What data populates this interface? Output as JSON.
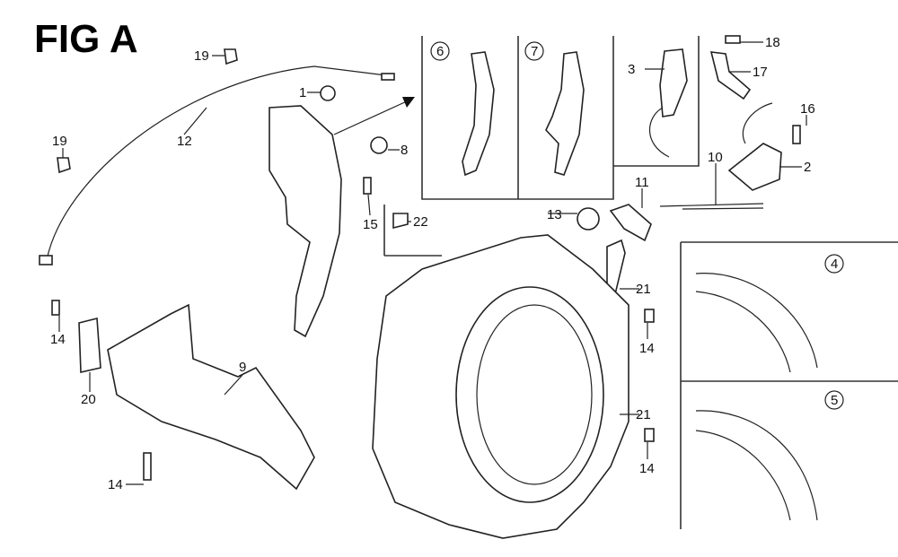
{
  "title": "FIG A",
  "callouts": [
    "19",
    "1",
    "12",
    "19",
    "8",
    "15",
    "22",
    "6",
    "7",
    "3",
    "18",
    "17",
    "16",
    "2",
    "10",
    "11",
    "13",
    "21",
    "14",
    "4",
    "5",
    "21",
    "14",
    "14",
    "20",
    "9",
    "14"
  ]
}
